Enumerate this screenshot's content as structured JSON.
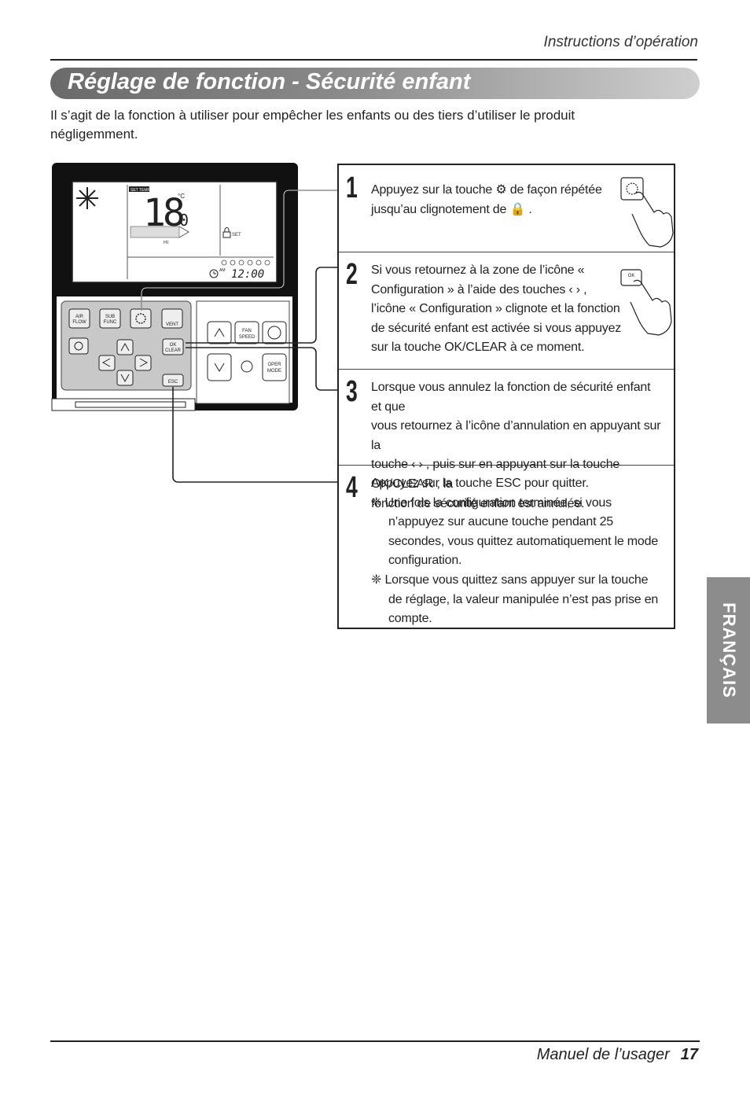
{
  "header": {
    "section": "Instructions d’opération"
  },
  "title": "Réglage de fonction - Sécurité enfant",
  "intro": "Il s’agit de la fonction à utiliser pour empêcher les enfants ou des tiers d’utiliser le produit négligemment.",
  "remote": {
    "set_temp_badge": "SET TEMP",
    "temperature": "18",
    "temperature_decimal": "0",
    "unit": "°C",
    "hi_label": "HI",
    "set_label": "SET",
    "am_label": "AM",
    "clock": "12:00",
    "buttons": {
      "air_flow": "AIR\nFLOW",
      "sub_func": "SUB\nFUNC",
      "vent": "VENT",
      "ok_clear": "OK\nCLEAR",
      "esc": "ESC",
      "fan_speed": "FAN\nSPEED",
      "oper_mode": "OPER\nMODE"
    }
  },
  "steps": [
    {
      "num": "1",
      "lines": [
        "Appuyez sur la touche ⚙ de façon répétée",
        "jusqu’au clignotement de 🔒 ."
      ]
    },
    {
      "num": "2",
      "lines": [
        "Si vous retournez à la zone de l’icône «",
        "Configuration » à l’aide des touches ‹ › ,",
        "l’icône « Configuration » clignote et la fonction",
        "de sécurité enfant est activée si vous appuyez",
        "sur la touche OK/CLEAR à ce moment."
      ]
    },
    {
      "num": "3",
      "lines": [
        "Lorsque vous annulez la fonction de sécurité enfant et que",
        "vous retournez à l’icône d’annulation en appuyant sur la",
        "touche ‹ › , puis sur en appuyant sur la touche OK/CLEAR , la",
        "fonction de sécurité enfant est annulée."
      ]
    },
    {
      "num": "4",
      "lines": [
        "Appuyez sur la touche ESC pour quitter."
      ],
      "notes": [
        "❈ Une fois la configuration terminée, si vous n’appuyez sur aucune touche pendant 25 secondes, vous quittez automatiquement le mode configuration.",
        "❈ Lorsque vous quittez sans appuyer sur la touche de réglage, la valeur manipulée n’est pas prise en compte."
      ]
    }
  ],
  "side_tab": "FRANÇAIS",
  "footer": {
    "manual": "Manuel de l’usager",
    "page": "17"
  }
}
